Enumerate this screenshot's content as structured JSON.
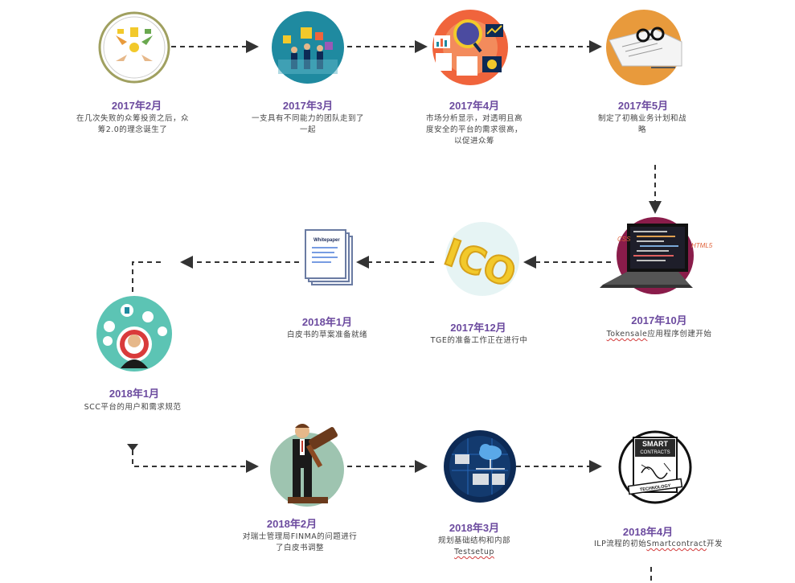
{
  "milestones": [
    {
      "date": "2017年2月",
      "text": "在几次失败的众筹投资之后，众筹2.0的理念诞生了",
      "icon": "hands-coins-icon"
    },
    {
      "date": "2017年3月",
      "text": "一支具有不同能力的团队走到了一起",
      "icon": "team-puzzle-icon"
    },
    {
      "date": "2017年4月",
      "text": "市场分析显示，对透明且高度安全的平台的需求很高，以促进众筹",
      "icon": "market-analysis-icon"
    },
    {
      "date": "2017年5月",
      "text": "制定了初稿业务计划和战略",
      "icon": "business-plan-icon"
    },
    {
      "date": "2017年10月",
      "text": "Tokensale应用程序创建开始",
      "icon": "laptop-code-icon"
    },
    {
      "date": "2017年12月",
      "text": "TGE的准备工作正在进行中",
      "icon": "ico-icon"
    },
    {
      "date": "2018年1月",
      "text": "白皮书的草案准备就绪",
      "icon": "whitepaper-icon"
    },
    {
      "date": "2018年1月",
      "text": "SCC平台的用户和需求规范",
      "icon": "user-target-icon"
    },
    {
      "date": "2018年2月",
      "text": "对瑞士管理局FINMA的问题进行了白皮书调整",
      "icon": "gavel-man-icon"
    },
    {
      "date": "2018年3月",
      "text": "规划基础结构和内部Testsetup",
      "icon": "cloud-infrastructure-icon"
    },
    {
      "date": "2018年4月",
      "text": "ILP流程的初始Smartcontract开发",
      "icon": "smart-contracts-icon"
    }
  ],
  "labels": {
    "whitepaper": "Whitepaper",
    "ico": "ICO",
    "css": "CSS",
    "html5": "HTML5",
    "smart": "SMART",
    "contracts": "CONTRACTS",
    "technology": "TECHNOLOGY"
  },
  "colors": {
    "date": "#6c4b9f",
    "arrow": "#333333",
    "teal": "#1f8aa0",
    "orange": "#f0643c",
    "amber": "#e89a3c",
    "yellow": "#f2c92b",
    "mint": "#5cc4b4",
    "sage": "#9ec4b0",
    "navy": "#0d2a55"
  }
}
